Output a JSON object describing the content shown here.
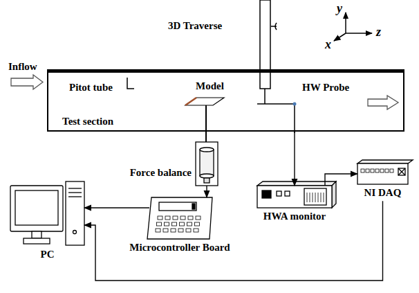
{
  "diagram": {
    "nodes": [
      {
        "text": [
          "Test section"
        ]
      },
      {
        "text": [
          "Force balance"
        ]
      },
      {
        "text": [
          "HWA monitor"
        ]
      },
      {
        "text": [
          "NI DAQ"
        ]
      },
      {
        "text": [
          "PC"
        ]
      },
      {
        "text": [
          "Microcontroller Board"
        ]
      }
    ],
    "edges": [
      {
        "from": 0,
        "to": 2,
        "arrow": "to"
      },
      {
        "from": 1,
        "to": 5,
        "arrow": "to"
      },
      {
        "from": 2,
        "to": 3,
        "arrow": "to"
      },
      {
        "from": 3,
        "to": 4,
        "arrow": "to"
      },
      {
        "from": 5,
        "to": 4,
        "arrow": "to"
      }
    ],
    "labels": [
      "3D Traverse",
      "y",
      "z",
      "x",
      "Inflow",
      "Pitot tube",
      "Model",
      "HW Probe"
    ]
  }
}
